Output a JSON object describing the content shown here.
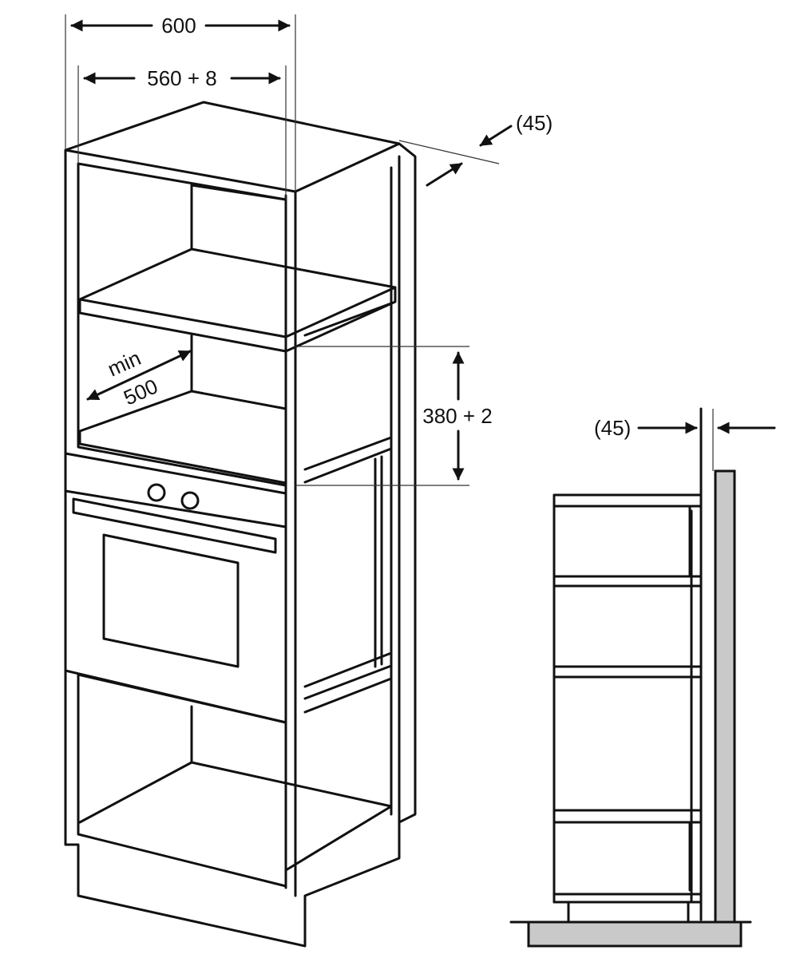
{
  "dimensions": {
    "total_width": "600",
    "niche_width": "560 + 8",
    "ventilation_top": "(45)",
    "min_depth_line1": "min",
    "min_depth_line2": "500",
    "niche_height": "380 + 2",
    "ventilation_side": "(45)"
  },
  "icons": {
    "left_view": "tall-cabinet-with-oven-and-niche",
    "right_view": "cabinet-side-section-with-wall"
  }
}
